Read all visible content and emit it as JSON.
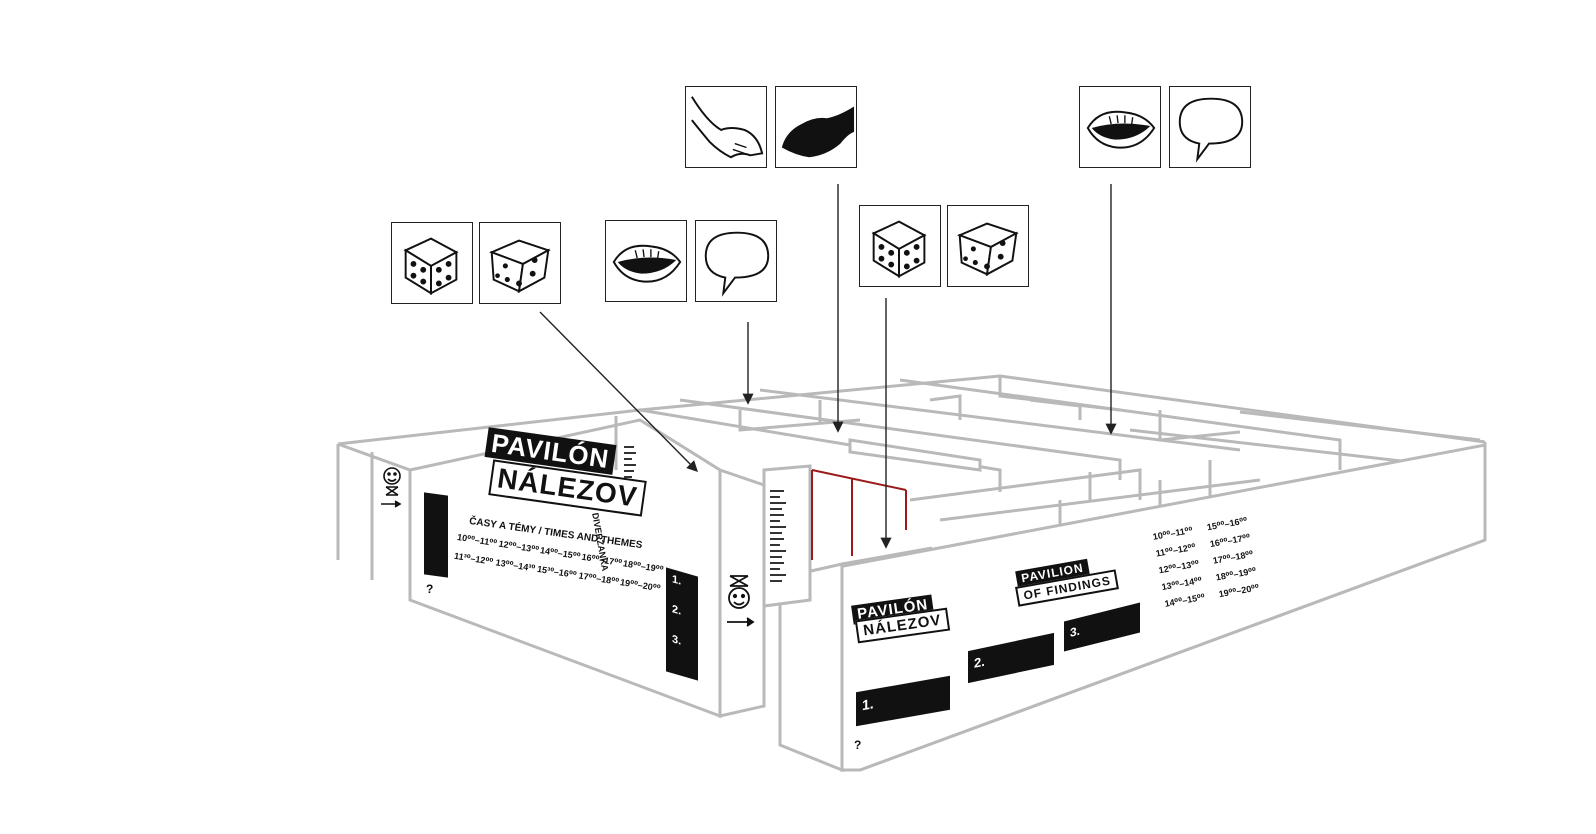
{
  "left_panel": {
    "brand_line1": "PAVILÓN",
    "brand_line2": "NÁLEZOV",
    "heading": "ČASY A TÉMY / TIMES AND THEMES",
    "times": [
      "10⁰⁰–11⁰⁰",
      "12⁰⁰–13⁰⁰",
      "11³⁰–12⁰⁰",
      "13⁰⁰–14³⁰",
      "14⁰⁰–15⁰⁰",
      "15³⁰–16⁰⁰",
      "16⁰⁰–17⁰⁰",
      "17⁰⁰–18⁰⁰",
      "18⁰⁰–19⁰⁰",
      "19⁰⁰–20⁰⁰"
    ],
    "steps": [
      "1.",
      "2.",
      "3."
    ],
    "question_mark": "?",
    "side_text": "DIVERZANKA"
  },
  "right_panel": {
    "brand_line1": "PAVILÓN",
    "brand_line2": "NÁLEZOV",
    "brand_en_line1": "PAVILION",
    "brand_en_line2": "OF FINDINGS",
    "steps": [
      "1.",
      "2.",
      "3."
    ],
    "times": [
      "10⁰⁰–11⁰⁰",
      "15⁰⁰–16⁰⁰",
      "11⁰⁰–12⁰⁰",
      "16⁰⁰–17⁰⁰",
      "12⁰⁰–13⁰⁰",
      "17⁰⁰–18⁰⁰",
      "13⁰⁰–14⁰⁰",
      "18⁰⁰–19⁰⁰",
      "14⁰⁰–15⁰⁰",
      "19⁰⁰–20⁰⁰"
    ],
    "question_mark": "?"
  },
  "icon_groups": [
    {
      "id": "dice-group-1",
      "icons": [
        "dice-four-icon",
        "dice-three-icon"
      ]
    },
    {
      "id": "mouth-speech-group-1",
      "icons": [
        "mouth-icon",
        "speech-bubble-icon"
      ]
    },
    {
      "id": "hands-group",
      "icons": [
        "open-hand-icon",
        "black-hand-icon"
      ]
    },
    {
      "id": "dice-group-2",
      "icons": [
        "dice-four-icon",
        "dice-three-icon"
      ]
    },
    {
      "id": "mouth-speech-group-2",
      "icons": [
        "mouth-icon",
        "speech-bubble-icon"
      ]
    }
  ],
  "colors": {
    "walls": "#b9b9b9",
    "ink": "#111111",
    "accent": "#9b1b1b"
  }
}
